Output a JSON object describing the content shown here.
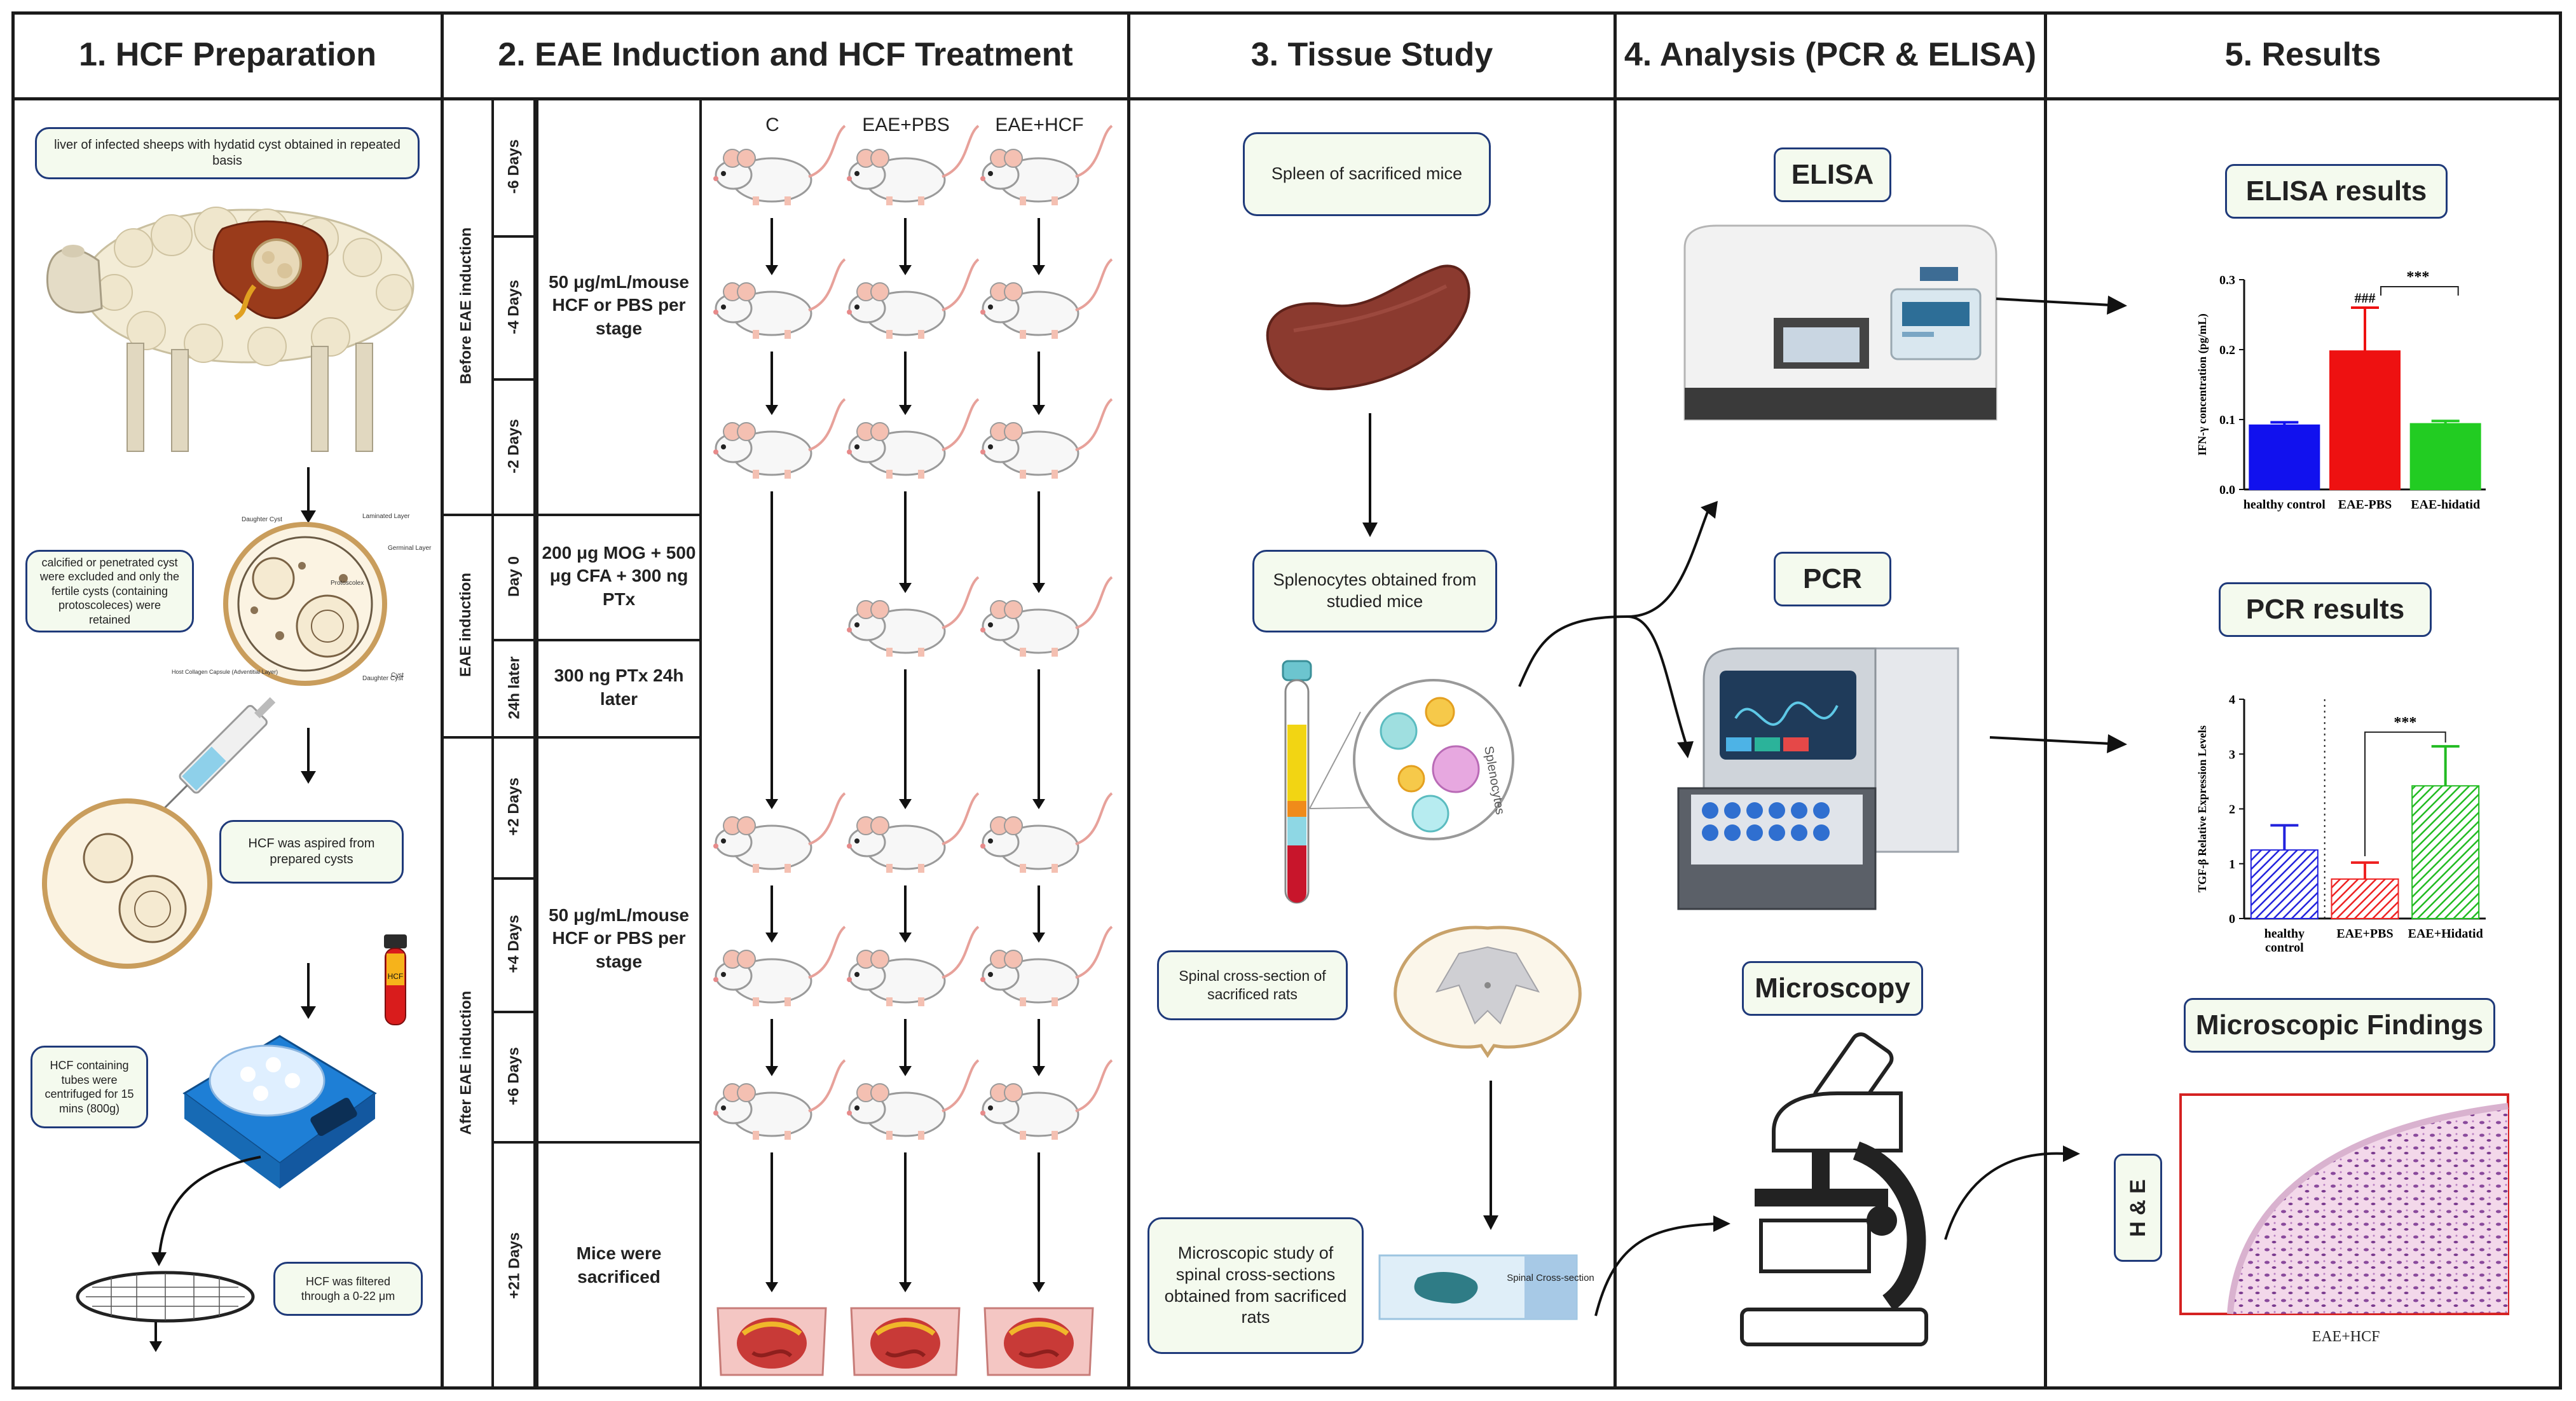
{
  "headers": {
    "col1": "1. HCF Preparation",
    "col2": "2. EAE Induction and HCF Treatment",
    "col3": "3. Tissue Study",
    "col4": "4. Analysis (PCR & ELISA)",
    "col5": "5. Results"
  },
  "prep": {
    "liver": "liver of infected sheeps with hydatid cyst obtained in repeated basis",
    "cyst_note": "calcified or penetrated cyst were excluded and only the fertile cysts (containing protoscoleces) were retained",
    "cyst_labels": [
      "Daughter Cyst",
      "Laminated Layer",
      "Germinal Layer",
      "Protoscolex",
      "Cyst",
      "Host Collagen Capsule (Adventitial Layer)",
      "Daughter Cyst"
    ],
    "aspirate": "HCF was aspired from prepared cysts",
    "tube_label": "HCF",
    "centrifuge": "HCF containing tubes were centrifuged for 15 mins (800g)",
    "filter": "HCF was filtered through a 0-22 μm"
  },
  "eae": {
    "groups": [
      "C",
      "EAE+PBS",
      "EAE+HCF"
    ],
    "phases": [
      "Before EAE induction",
      "EAE induction",
      "After EAE induction"
    ],
    "times": [
      "-6 Days",
      "-4 Days",
      "-2 Days",
      "Day 0",
      "24h later",
      "+2 Days",
      "+4 Days",
      "+6 Days",
      "+21 Days"
    ],
    "dose_before": "50 μg/mL/mouse HCF or PBS per stage",
    "dose_day0": "200 μg MOG + 500 μg CFA + 300 ng PTx",
    "dose_24h": "300 ng PTx 24h later",
    "dose_after": "50 μg/mL/mouse HCF or PBS per stage",
    "sacrifice": "Mice were sacrificed"
  },
  "tissue": {
    "spleen": "Spleen of sacrificed mice",
    "splenocytes": "Splenocytes obtained from studied mice",
    "splenocytes_lens": "Splenocytes",
    "spinal": "Spinal cross-section of sacrificed rats",
    "microscopic": "Microscopic study of spinal cross-sections obtained from sacrificed rats",
    "slide_label": "Spinal Cross-section"
  },
  "analysis": {
    "elisa": "ELISA",
    "pcr": "PCR",
    "microscopy": "Microscopy"
  },
  "results": {
    "elisa_title": "ELISA results",
    "pcr_title": "PCR results",
    "micro_title": "Microscopic Findings",
    "he_label": "H & E",
    "micro_caption": "EAE+HCF"
  },
  "chart_data": [
    {
      "type": "bar",
      "title": "ELISA results",
      "ylabel": "IFN-γ concentration (pg/mL)",
      "categories": [
        "healthy control",
        "EAE-PBS",
        "EAE-hidatid"
      ],
      "values": [
        0.092,
        0.198,
        0.094
      ],
      "errors": [
        0.004,
        0.062,
        0.004
      ],
      "ylim": [
        0.0,
        0.3
      ],
      "yticks": [
        "0.0",
        "0.1",
        "0.2",
        "0.3"
      ],
      "colors": [
        "#1111ee",
        "#ee1111",
        "#22cc22"
      ],
      "annotations": [
        "###",
        "***"
      ]
    },
    {
      "type": "bar",
      "title": "PCR results",
      "ylabel": "TGF-β Relative Expression Levels",
      "categories": [
        "healthy control",
        "EAE+PBS",
        "EAE+Hidatid"
      ],
      "values": [
        1.25,
        0.72,
        2.42
      ],
      "errors": [
        0.45,
        0.3,
        0.72
      ],
      "ylim": [
        0,
        4
      ],
      "yticks": [
        "0",
        "1",
        "2",
        "3",
        "4"
      ],
      "colors": [
        "#2222dd",
        "#ee2222",
        "#22bb22"
      ],
      "annotations": [
        "***"
      ]
    }
  ]
}
